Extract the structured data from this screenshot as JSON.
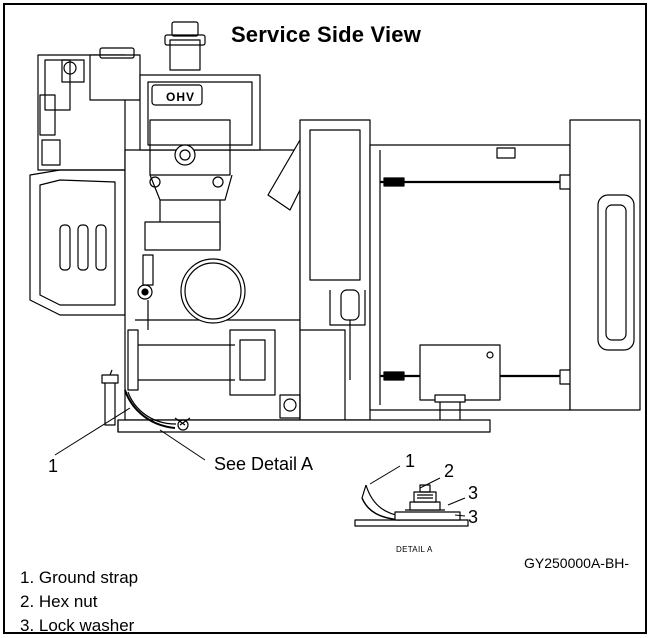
{
  "title": "Service Side View",
  "labels": {
    "callout_1": "1",
    "see_detail": "See Detail A",
    "detail_1": "1",
    "detail_2": "2",
    "detail_3a": "3",
    "detail_3b": "3",
    "detail_caption": "DETAIL A"
  },
  "engine_badge": "OHV",
  "figure_code": "GY250000A-BH-",
  "legend": [
    "1. Ground strap",
    "2. Hex nut",
    "3. Lock washer"
  ]
}
